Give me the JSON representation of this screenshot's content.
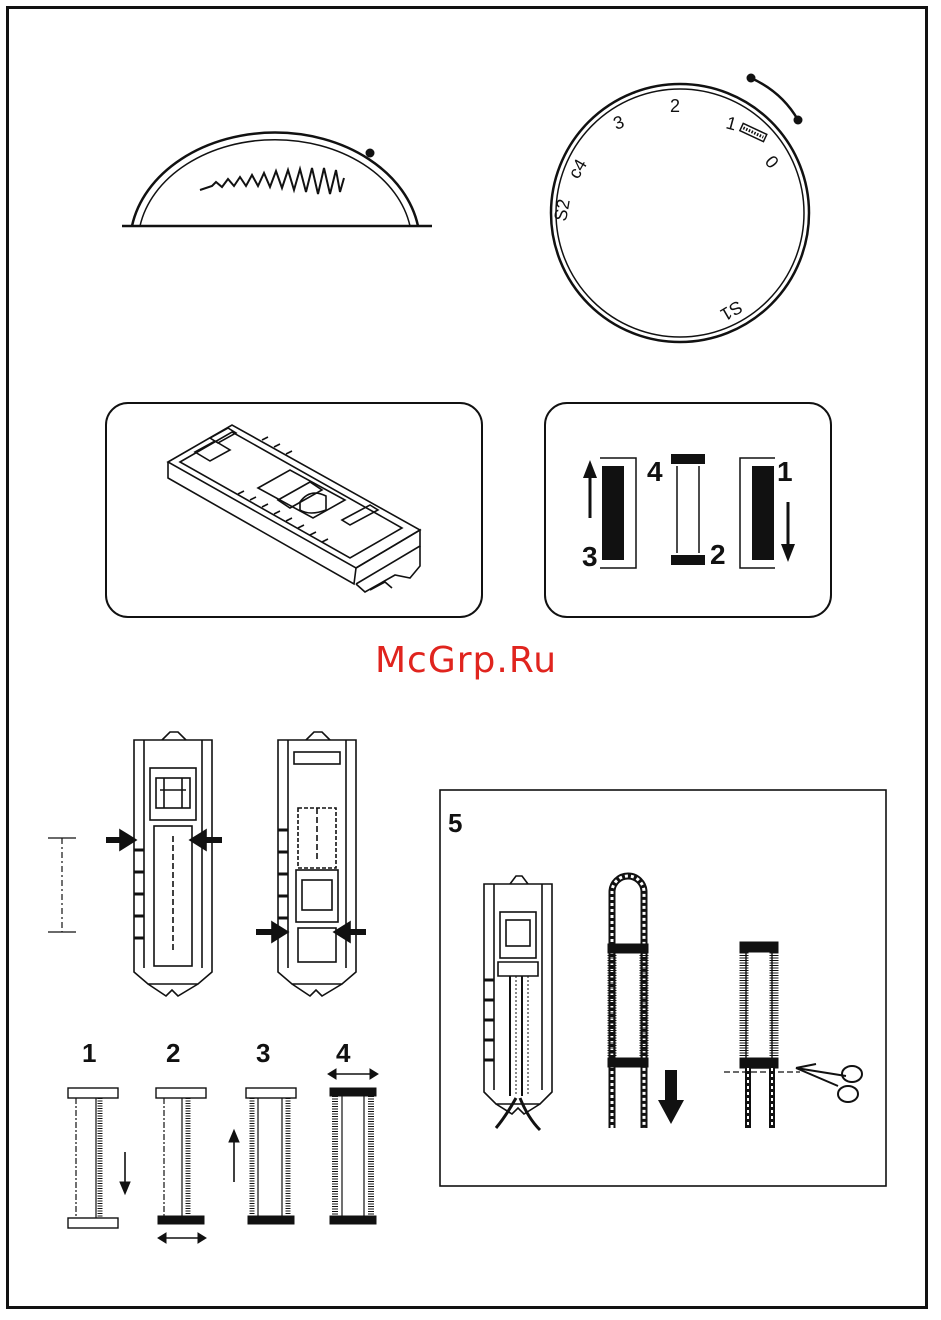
{
  "watermark": {
    "text": "McGrp.Ru",
    "color": "#e0241e"
  },
  "dial": {
    "labels": {
      "s2": "S2",
      "c4": "c4",
      "three": "3",
      "two": "2",
      "one": "1",
      "zero": "0",
      "s1": "S1"
    }
  },
  "buttonhole_sequence_panel": {
    "labels": {
      "step1": "1",
      "step2": "2",
      "step3": "3",
      "step4": "4"
    }
  },
  "steps_row": {
    "labels": {
      "step1": "1",
      "step2": "2",
      "step3": "3",
      "step4": "4"
    }
  },
  "box5": {
    "label": "5"
  },
  "colors": {
    "ink": "#111111",
    "paper": "#ffffff"
  }
}
